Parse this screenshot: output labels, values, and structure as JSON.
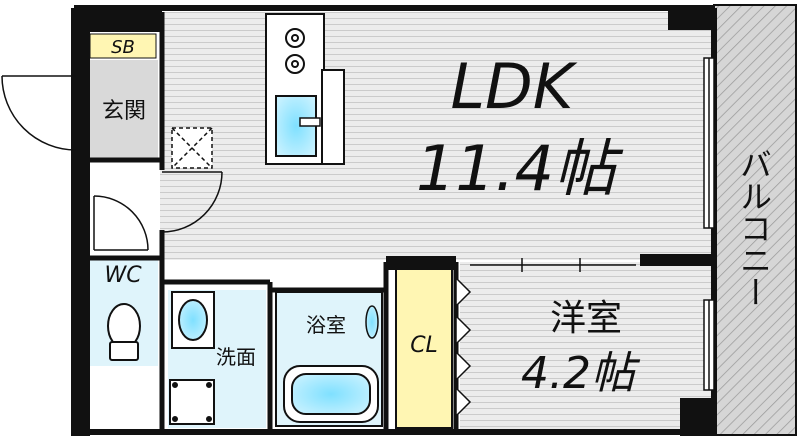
{
  "rooms": {
    "ldk_name": "LDK",
    "ldk_size": "11.4帖",
    "western_name": "洋室",
    "western_size": "4.2帖",
    "balcony": "バルコニー",
    "entrance": "玄関",
    "shoe_box": "SB",
    "toilet": "WC",
    "washroom": "洗面",
    "bathroom": "浴室",
    "closet": "CL"
  },
  "colors": {
    "wall": "#111111",
    "floor_stripe": "#b9b9b9",
    "floor_bg": "#ececec",
    "wet_area": "#dff4fb",
    "closet_fill": "#fff6b3",
    "shoe_box_fill": "#fff6b3",
    "balcony_fill": "#cfcfcf",
    "entrance_fill": "#d9d9d9"
  }
}
